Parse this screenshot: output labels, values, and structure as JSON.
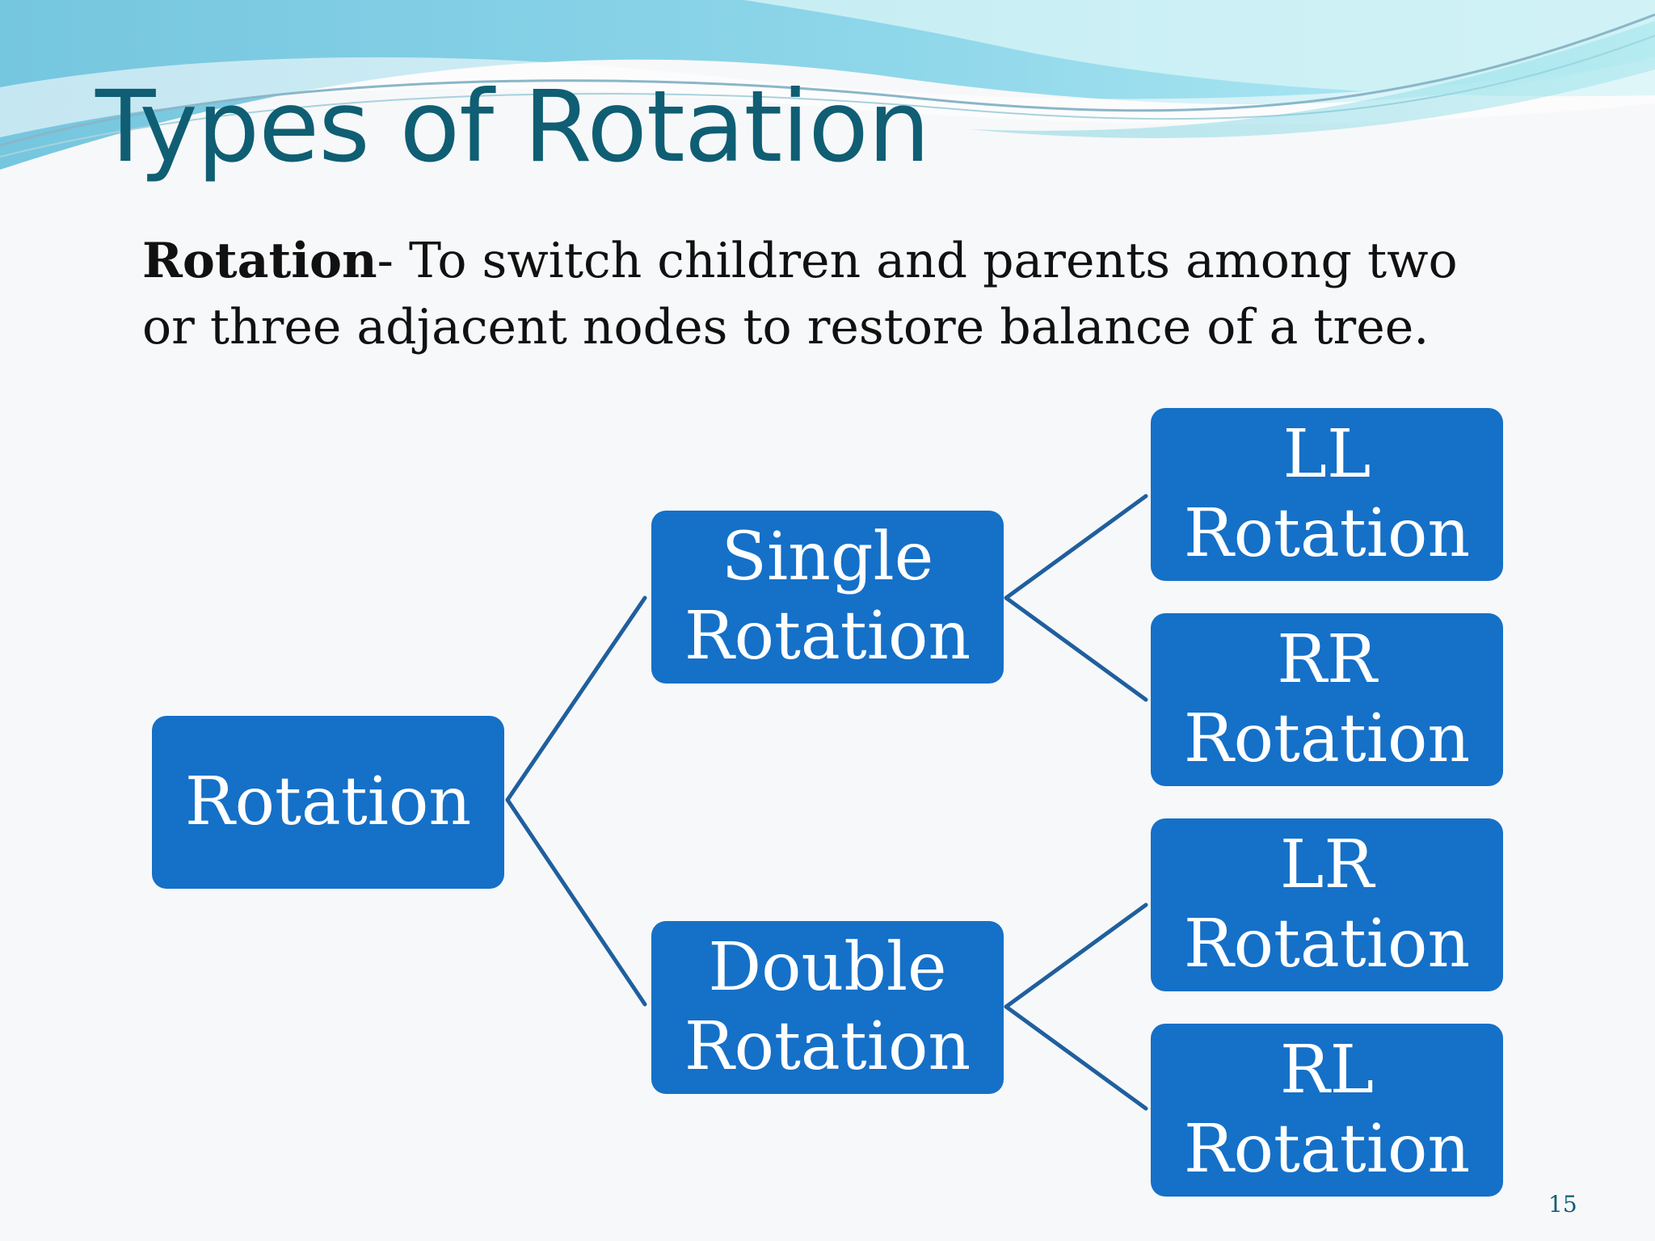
{
  "slide": {
    "title": "Types of Rotation",
    "definition": {
      "term": "Rotation",
      "text": "- To switch children and parents among two or three adjacent nodes to restore balance of a tree."
    },
    "page_number": "15"
  },
  "diagram": {
    "root": {
      "label": "Rotation"
    },
    "single": {
      "line1": "Single",
      "line2": "Rotation"
    },
    "double": {
      "line1": "Double",
      "line2": "Rotation"
    },
    "ll": {
      "line1": "LL",
      "line2": "Rotation"
    },
    "rr": {
      "line1": "RR",
      "line2": "Rotation"
    },
    "lr": {
      "line1": "LR",
      "line2": "Rotation"
    },
    "rl": {
      "line1": "RL",
      "line2": "Rotation"
    }
  },
  "colors": {
    "node_fill": "#1570c8",
    "connector": "#1f5f9e",
    "title": "#0f5e73"
  }
}
